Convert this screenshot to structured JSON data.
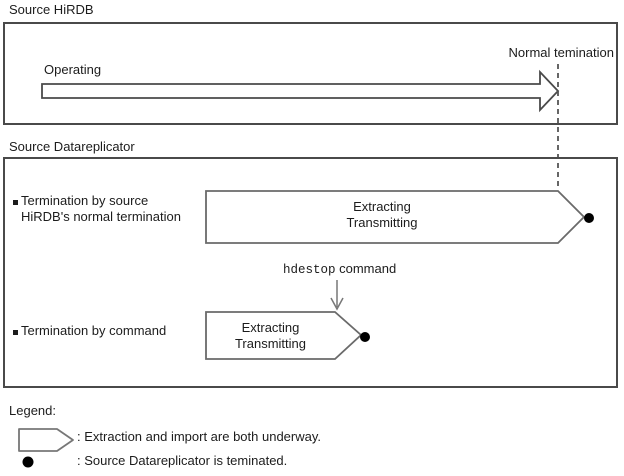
{
  "diagram": {
    "source_hirdb": {
      "label": "Source HiRDB",
      "operating_label": "Operating",
      "normal_termination_label": "Normal temination"
    },
    "source_datareplicator": {
      "label": "Source Datareplicator",
      "row_normal": {
        "bullet_line1": "Termination by source",
        "bullet_line2": "HiRDB's normal termination",
        "arrow_line1": "Extracting",
        "arrow_line2": "Transmitting"
      },
      "row_command": {
        "bullet_line1": "Termination by command",
        "command_name": "hdestop",
        "command_suffix": " command",
        "arrow_line1": "Extracting",
        "arrow_line2": "Transmitting"
      }
    },
    "legend": {
      "title": "Legend:",
      "items": [
        {
          "symbol": "process-arrow-icon",
          "text": ": Extraction and import are both underway."
        },
        {
          "symbol": "terminated-dot-icon",
          "text": ": Source Datareplicator is teminated."
        }
      ]
    },
    "colors": {
      "background": "#ffffff",
      "box_border": "#4a4a4a",
      "shape_border": "#6a6a6a",
      "dashed_line": "#555555",
      "text": "#1c1c1c",
      "dot": "#000000"
    }
  }
}
